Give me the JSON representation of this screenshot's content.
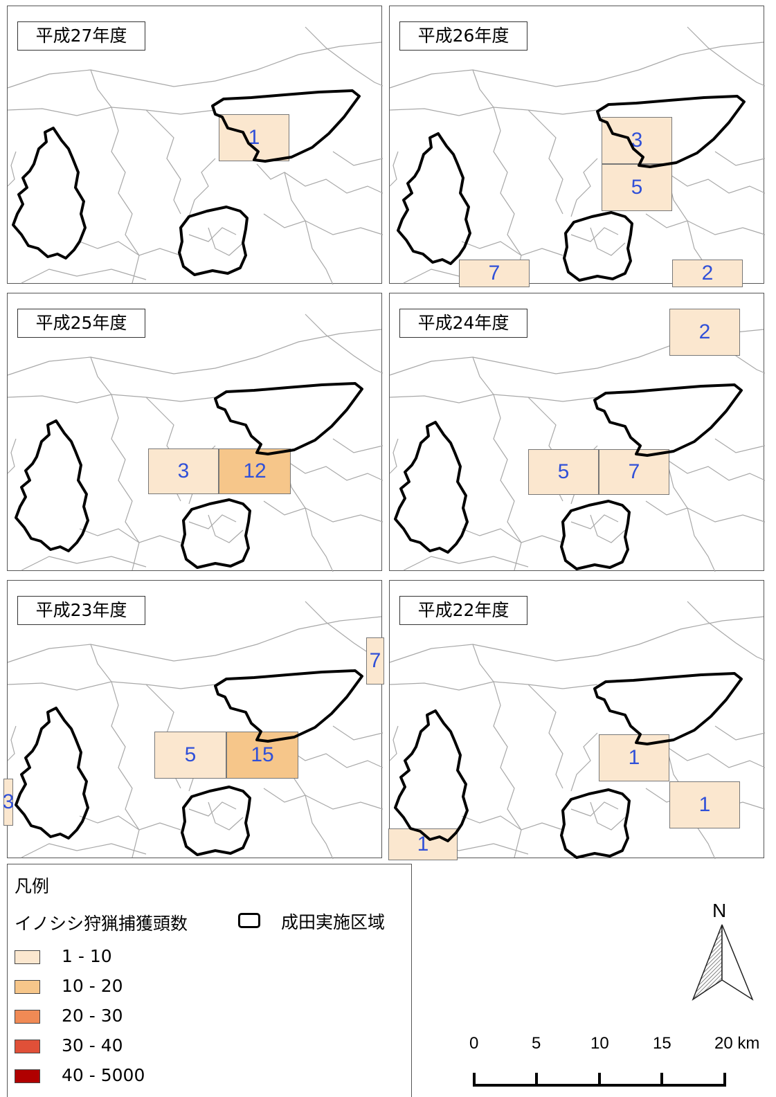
{
  "panels": [
    {
      "title": "平成27年度",
      "cells": [
        {
          "label": "1",
          "color": "#fbe7cf"
        }
      ]
    },
    {
      "title": "平成26年度",
      "cells": [
        {
          "label": "3",
          "color": "#fbe7cf"
        },
        {
          "label": "5",
          "color": "#fbe7cf"
        },
        {
          "label": "7",
          "color": "#fbe7cf"
        },
        {
          "label": "2",
          "color": "#fbe7cf"
        }
      ]
    },
    {
      "title": "平成25年度",
      "cells": [
        {
          "label": "3",
          "color": "#fbe7cf"
        },
        {
          "label": "12",
          "color": "#f6c68a"
        }
      ]
    },
    {
      "title": "平成24年度",
      "cells": [
        {
          "label": "2",
          "color": "#fbe7cf"
        },
        {
          "label": "5",
          "color": "#fbe7cf"
        },
        {
          "label": "7",
          "color": "#fbe7cf"
        }
      ]
    },
    {
      "title": "平成23年度",
      "cells": [
        {
          "label": "7",
          "color": "#fbe7cf"
        },
        {
          "label": "5",
          "color": "#fbe7cf"
        },
        {
          "label": "15",
          "color": "#f6c68a"
        },
        {
          "label": "3",
          "color": "#fbe7cf"
        }
      ]
    },
    {
      "title": "平成22年度",
      "cells": [
        {
          "label": "1",
          "color": "#fbe7cf"
        },
        {
          "label": "1",
          "color": "#fbe7cf"
        },
        {
          "label": "1",
          "color": "#fbe7cf"
        }
      ]
    }
  ],
  "legend": {
    "title": "凡例",
    "subtitle": "イノシシ狩猟捕獲頭数",
    "region_label": "成田実施区域",
    "classes": [
      {
        "label": "1 - 10",
        "color": "#fbe7cf"
      },
      {
        "label": "10 - 20",
        "color": "#f6c68a"
      },
      {
        "label": "20 - 30",
        "color": "#f08a55"
      },
      {
        "label": "30 - 40",
        "color": "#e05038"
      },
      {
        "label": "40 - 5000",
        "color": "#b00000"
      }
    ]
  },
  "north_arrow": {
    "label": "N"
  },
  "scale_bar": {
    "ticks": [
      "0",
      "5",
      "10",
      "15",
      "20 km"
    ]
  }
}
